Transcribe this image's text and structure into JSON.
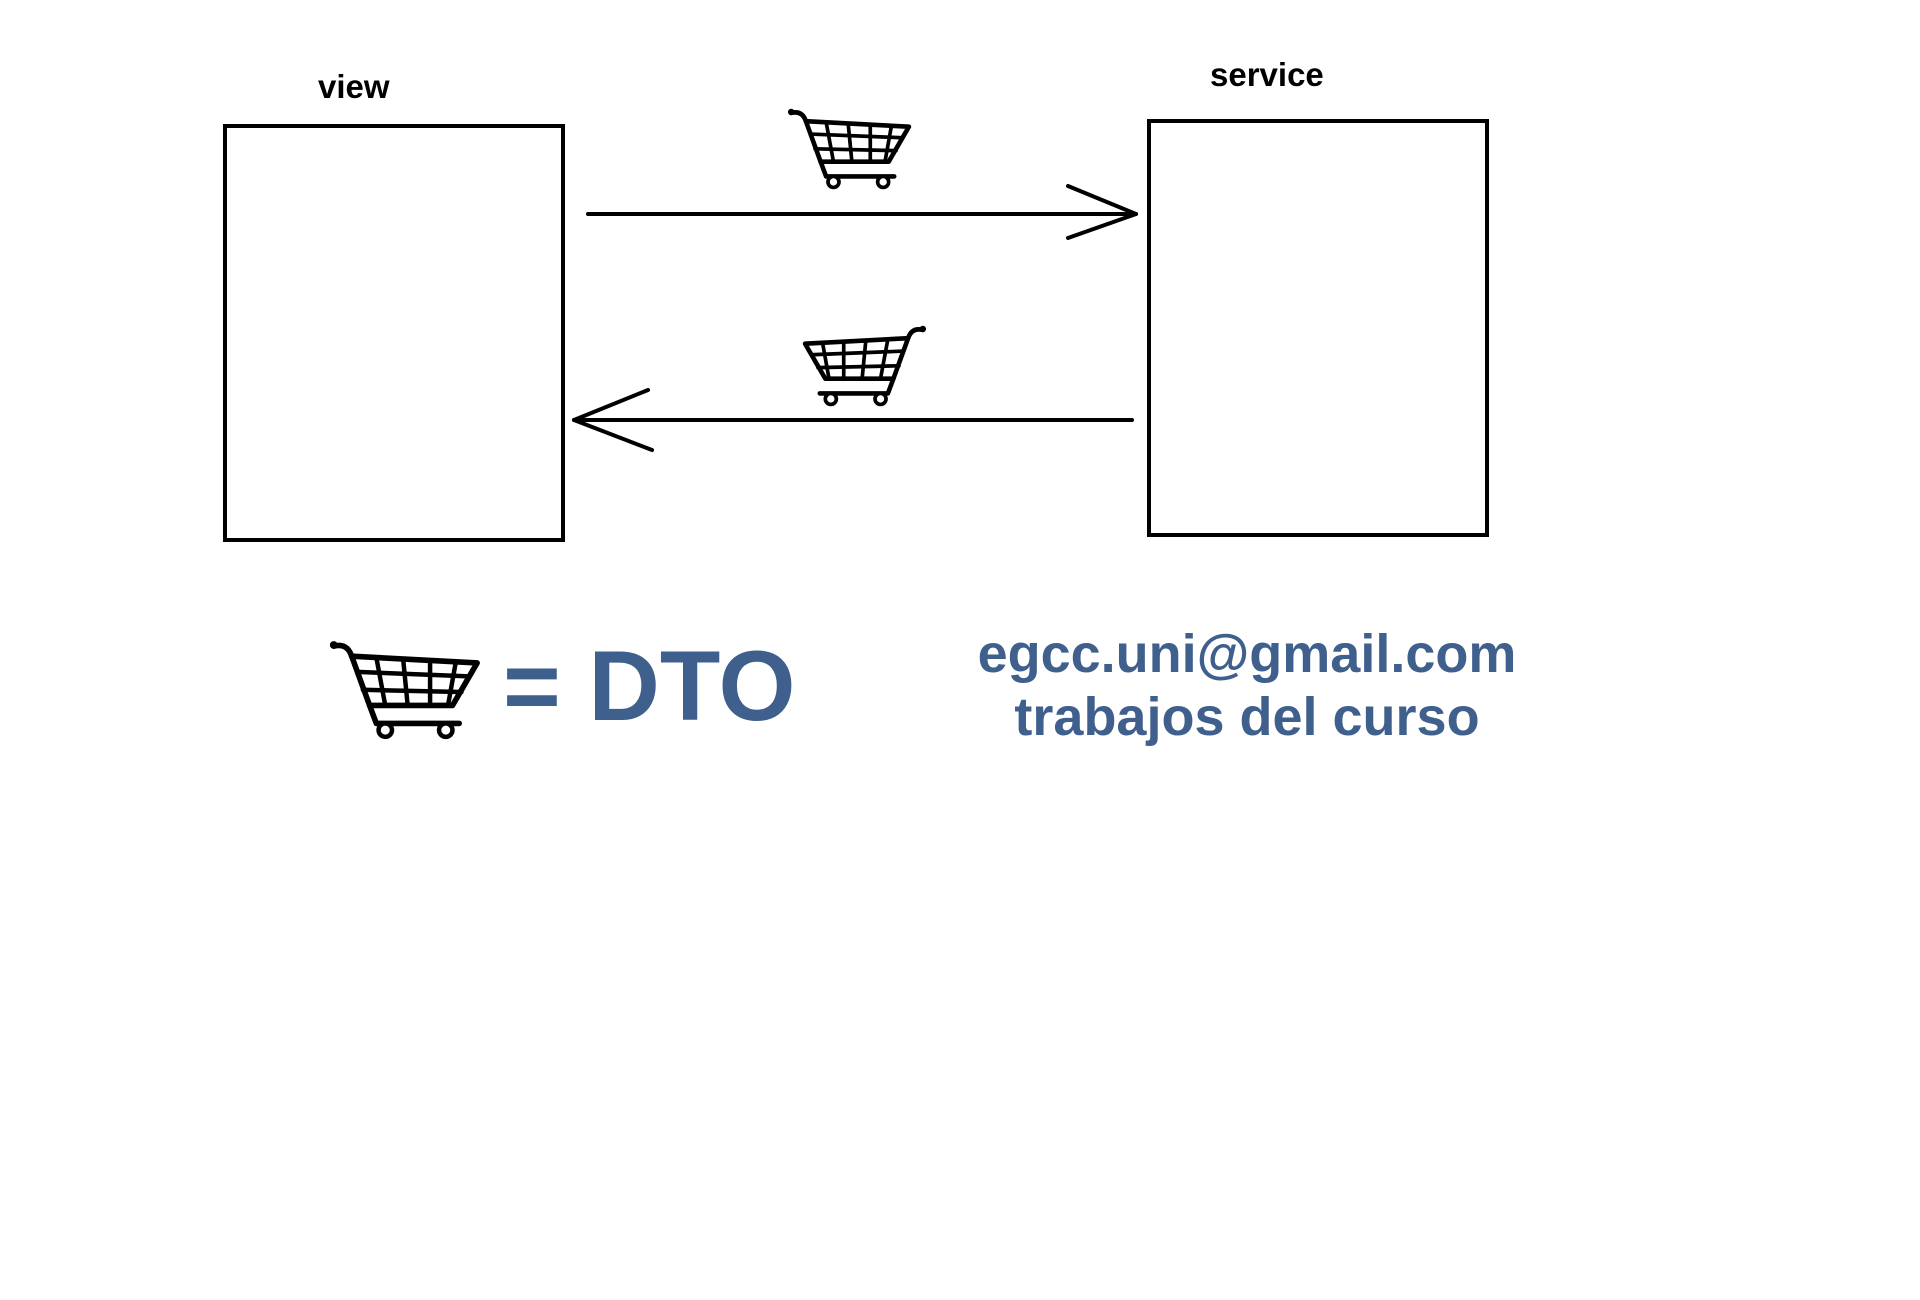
{
  "diagram": {
    "nodes": [
      {
        "id": "view",
        "label": "view"
      },
      {
        "id": "service",
        "label": "service"
      }
    ],
    "edges": [
      {
        "from": "view",
        "to": "service",
        "icon": "shopping-cart-icon"
      },
      {
        "from": "service",
        "to": "view",
        "icon": "shopping-cart-icon"
      }
    ]
  },
  "legend": {
    "icon": "shopping-cart-icon",
    "text": "= DTO"
  },
  "contact": {
    "email": "egcc.uni@gmail.com",
    "subtitle": "trabajos del curso"
  },
  "colors": {
    "accent_text": "#3f5f8c",
    "line": "#000000"
  }
}
